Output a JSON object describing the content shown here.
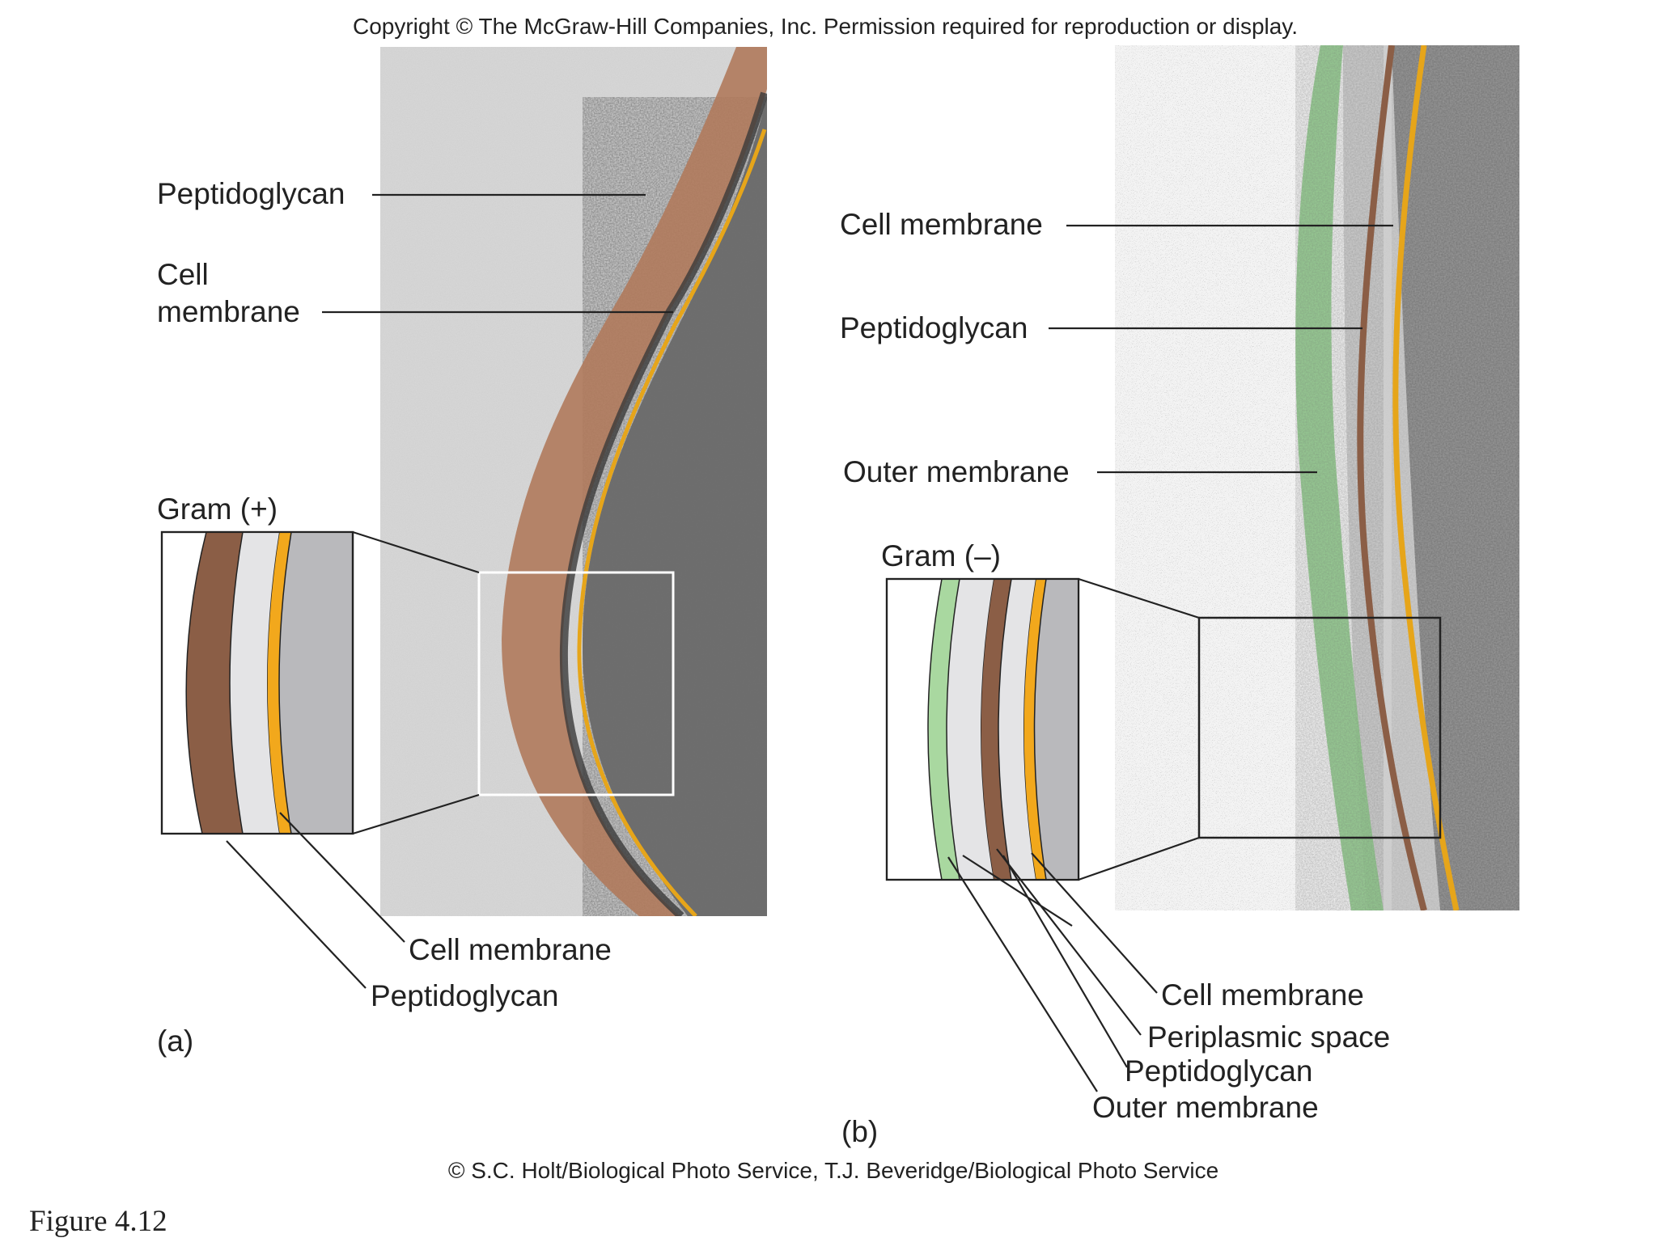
{
  "header": {
    "copyright": "Copyright © The McGraw-Hill Companies, Inc. Permission required for reproduction or display."
  },
  "panel_a": {
    "label": "(a)",
    "gram_label": "Gram (+)",
    "micrograph_labels": {
      "peptidoglycan": "Peptidoglycan",
      "cell_membrane_line1": "Cell",
      "cell_membrane_line2": "membrane"
    },
    "diagram_labels": {
      "cell_membrane": "Cell membrane",
      "peptidoglycan": "Peptidoglycan"
    }
  },
  "panel_b": {
    "label": "(b)",
    "gram_label": "Gram (–)",
    "micrograph_labels": {
      "cell_membrane": "Cell membrane",
      "peptidoglycan": "Peptidoglycan",
      "outer_membrane": "Outer membrane"
    },
    "diagram_labels": {
      "cell_membrane": "Cell membrane",
      "periplasmic_space": "Periplasmic space",
      "peptidoglycan": "Peptidoglycan",
      "outer_membrane": "Outer membrane"
    }
  },
  "credit": "© S.C. Holt/Biological Photo Service, T.J. Beveridge/Biological Photo Service",
  "figure_number": "Figure 4.12",
  "colors": {
    "peptidoglycan": "#8b5e46",
    "cell_membrane": "#f2a81c",
    "outer_membrane": "#a9d8a0",
    "periplasm": "#e4e4e6",
    "cytoplasm": "#b8b8bc"
  }
}
